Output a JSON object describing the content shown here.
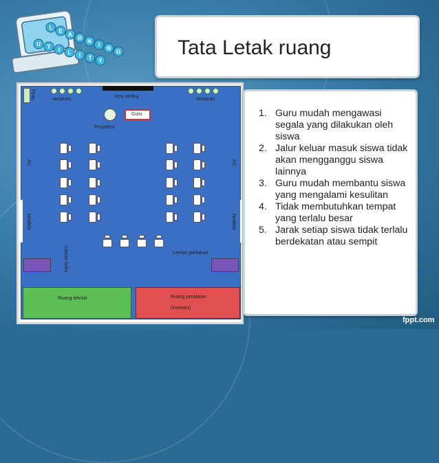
{
  "slide": {
    "title": "Tata Letak ruang",
    "watermark": "fppt.com"
  },
  "logo": {
    "letters_top": [
      "L",
      "E",
      "A",
      "R",
      "N",
      "I",
      "N",
      "G"
    ],
    "letters_bottom": [
      "U",
      "T",
      "I",
      "L",
      "I",
      "T",
      "Y"
    ]
  },
  "floor_plan": {
    "pintu": "Pintu",
    "tanaman_left": "tanaman",
    "tanaman_right": "tanaman",
    "papan_tulis": "Papan tulis",
    "guru": "Guru",
    "proyektor": "Proyektor",
    "ac_left": "AC",
    "ac_right": "AC",
    "jendela_left": "Jendela",
    "jendela_right": "Jendela",
    "lemari_buku": "Lemari buku",
    "lemari_perkakas": "Lemari perkakas",
    "ruang_teknisi": "Ruang teknisi",
    "ruang_peralatan": "Ruang peralatan",
    "investor": "(investor)",
    "colors": {
      "floor": "#3a6fc4",
      "teknisi": "#5bbf55",
      "peralatan": "#e05050",
      "cabinet": "#7a55b8",
      "guru_border": "#d03030"
    }
  },
  "list": [
    {
      "num": "1.",
      "text": "Guru mudah mengawasi segala yang dilakukan oleh siswa"
    },
    {
      "num": "2.",
      "text": "Jalur keluar masuk siswa tidak akan mengganggu siswa lainnya"
    },
    {
      "num": "3.",
      "text": "Guru mudah membantu siswa yang mengalami kesulitan"
    },
    {
      "num": "4.",
      "text": "Tidak membutuhkan tempat yang terlalu besar"
    },
    {
      "num": "5.",
      "text": "Jarak setiap siswa tidak terlalu berdekatan atau sempit"
    }
  ]
}
